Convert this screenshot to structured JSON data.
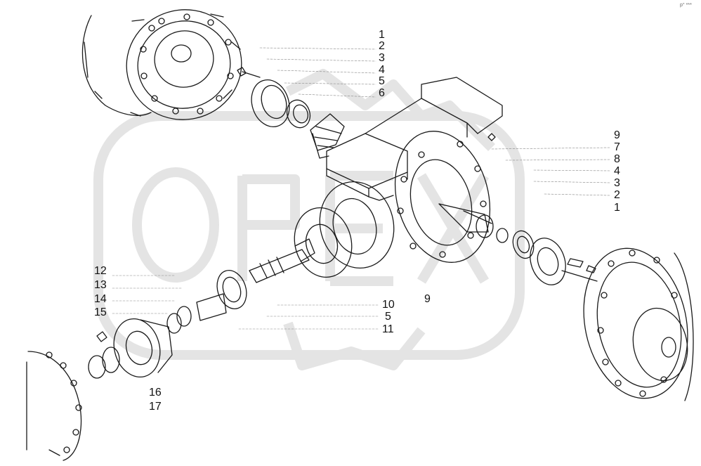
{
  "corner_mark": "р° ***",
  "callouts_top_left": [
    "1",
    "2",
    "3",
    "4",
    "5",
    "6"
  ],
  "callouts_right": [
    "9",
    "7",
    "8",
    "4",
    "3",
    "2",
    "1"
  ],
  "callouts_left": [
    "12",
    "13",
    "14",
    "15"
  ],
  "callouts_center": [
    "10",
    "5",
    "11"
  ],
  "callout_single_center": "9",
  "callouts_bottom_left": [
    "16",
    "17"
  ],
  "colors": {
    "line": "#1a1a1a",
    "watermark": "#e6e6e6",
    "paper": "#ffffff"
  }
}
